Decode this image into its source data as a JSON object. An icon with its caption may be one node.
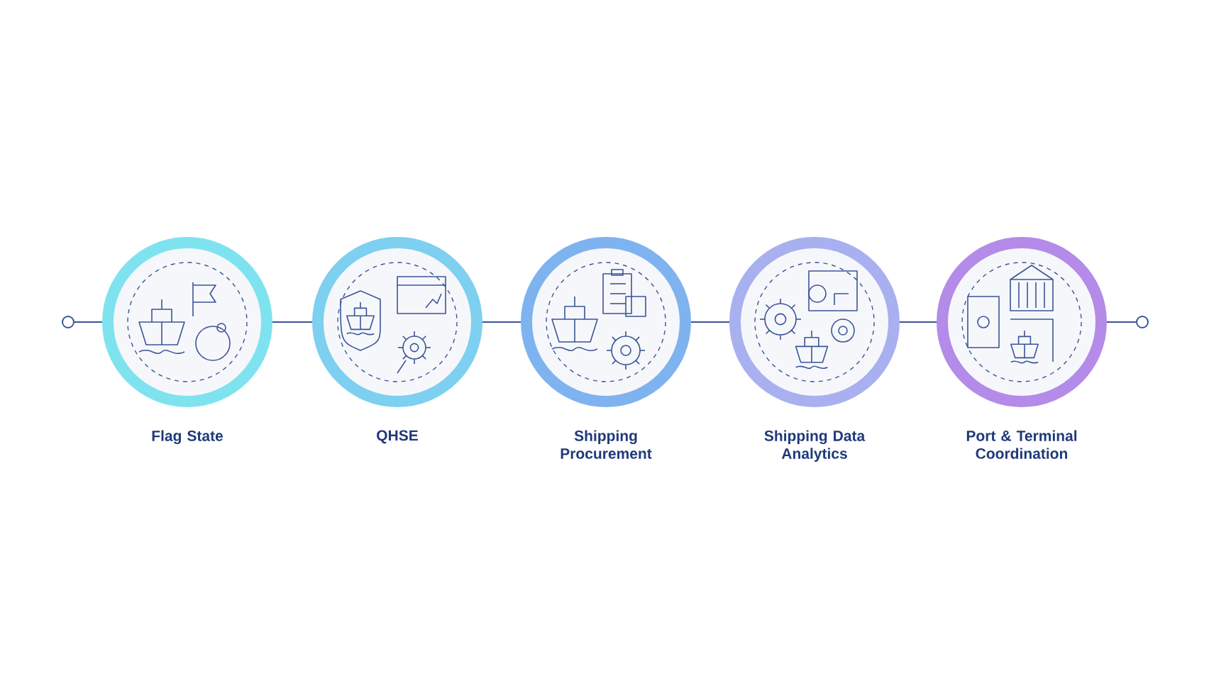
{
  "diagram": {
    "nodes": [
      {
        "text": [],
        "shape": "circle"
      },
      {
        "text": [
          "Flag State"
        ]
      },
      {
        "text": [
          "QHSE"
        ]
      },
      {
        "text": [
          "Shipping Procurement"
        ]
      },
      {
        "text": [
          "Shipping Data Analytics"
        ]
      },
      {
        "text": [
          "Port & Terminal Coordination"
        ]
      },
      {
        "text": [],
        "shape": "circle"
      }
    ],
    "edges": [
      {
        "from": 0,
        "to": 1,
        "arrow": "none"
      },
      {
        "from": 1,
        "to": 2,
        "arrow": "none"
      },
      {
        "from": 2,
        "to": 3,
        "arrow": "none"
      },
      {
        "from": 3,
        "to": 4,
        "arrow": "none"
      },
      {
        "from": 4,
        "to": 5,
        "arrow": "none"
      },
      {
        "from": 5,
        "to": 6,
        "arrow": "none"
      }
    ]
  }
}
